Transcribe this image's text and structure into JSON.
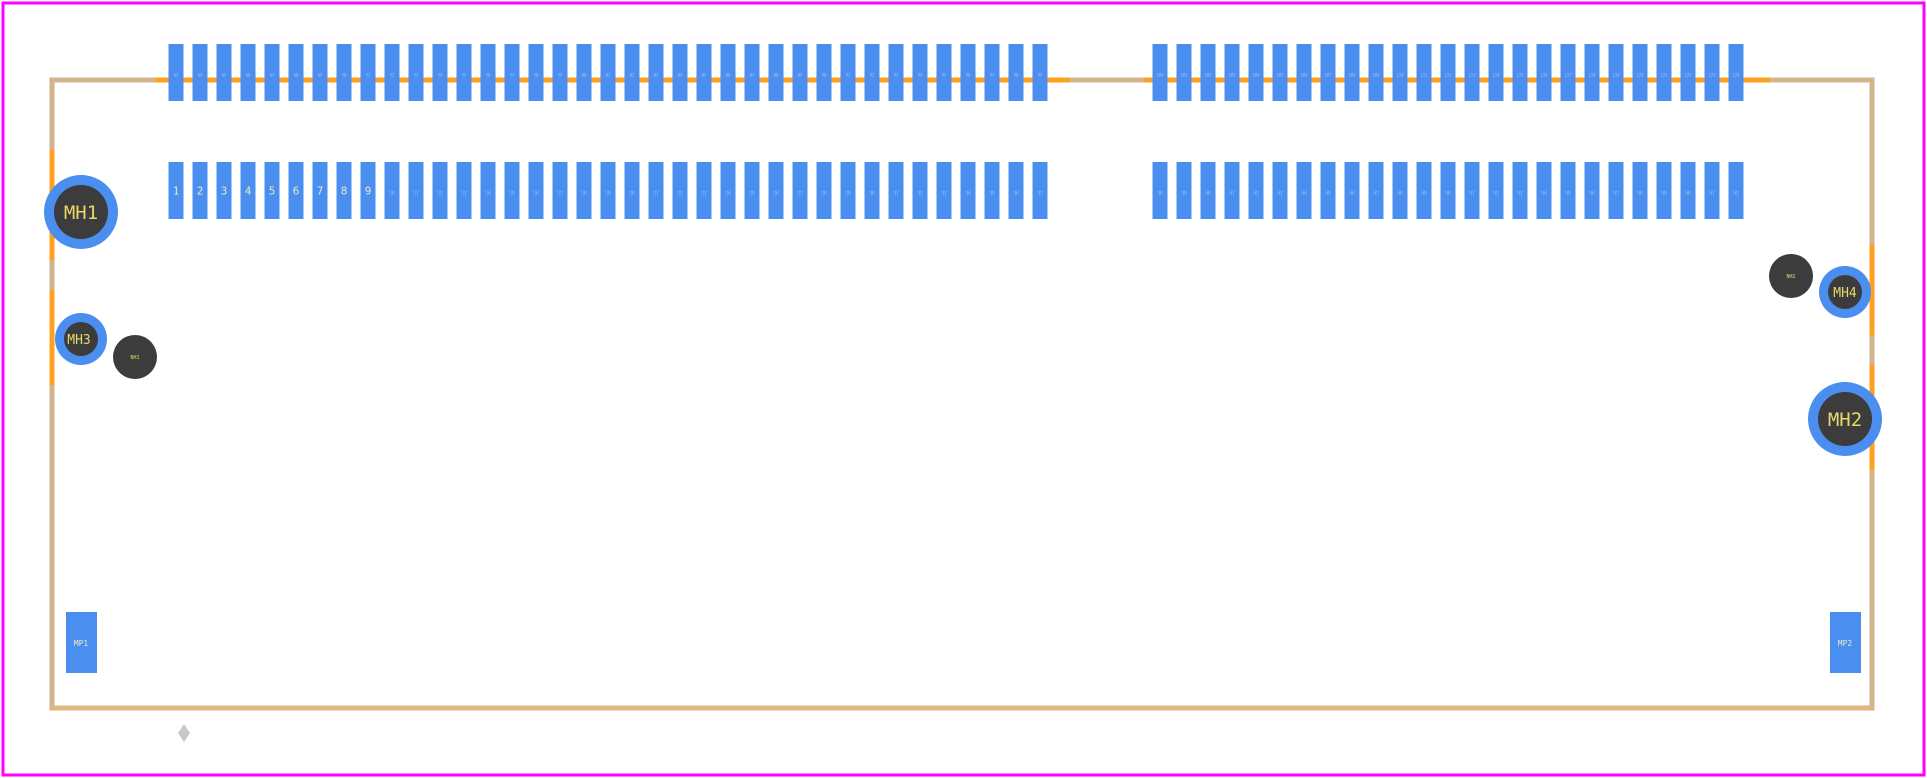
{
  "mounting_holes": [
    {
      "label": "MH1"
    },
    {
      "label": "MH2"
    },
    {
      "label": "MH3"
    },
    {
      "label": "MH4"
    }
  ],
  "npth_holes": [
    {
      "label": "NH1"
    },
    {
      "label": "NH2"
    }
  ],
  "mounting_pads": [
    {
      "label": "MP1"
    },
    {
      "label": "MP2"
    }
  ],
  "pin_rows": {
    "left_bank_count": 37,
    "right_bank_count": 25,
    "bottom_row_first": 1,
    "top_row_first": 63,
    "visible_numbers": [
      "1",
      "2",
      "3",
      "4",
      "5",
      "6",
      "7",
      "8",
      "9"
    ]
  },
  "colors": {
    "board_outline": "#ff00ff",
    "body_outline": "#d2b48c",
    "silkscreen": "#ffa020",
    "pad": "#4a8ff0",
    "hole": "#3c3c3c",
    "pad_text": "#e8e8c0",
    "mh_text": "#e8d86a"
  }
}
